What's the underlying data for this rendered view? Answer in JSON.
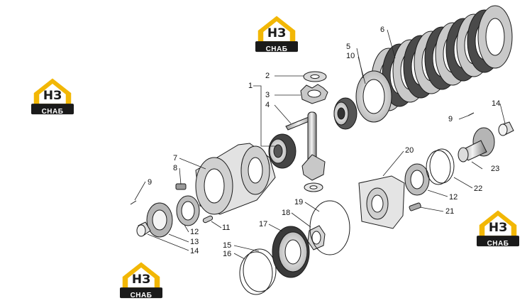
{
  "logo": {
    "main": "НЗ",
    "sub": "СНАБ",
    "colors": {
      "accent": "#f2b705",
      "dark": "#1a1a1a"
    }
  },
  "callouts": [
    "1",
    "2",
    "3",
    "4",
    "5",
    "6",
    "7",
    "8",
    "9",
    "10",
    "11",
    "12",
    "13",
    "14",
    "15",
    "16",
    "17",
    "18",
    "19",
    "20",
    "21",
    "22",
    "23",
    "9",
    "12",
    "14"
  ]
}
